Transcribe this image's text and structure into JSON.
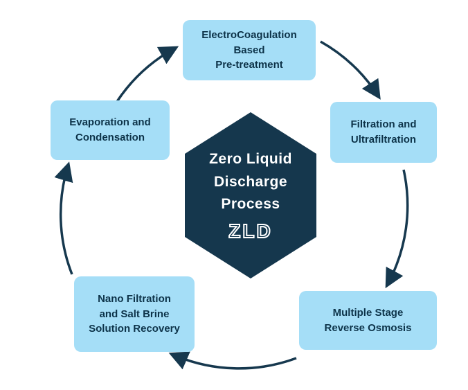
{
  "diagram_title": "Zero Liquid Discharge Process",
  "center": {
    "lines": [
      "Zero Liquid",
      "Discharge",
      "Process"
    ],
    "acronym": "ZLD",
    "bg_color": "#15374d",
    "text_color": "#ffffff"
  },
  "nodes": [
    {
      "id": "pretreatment",
      "label": "ElectroCoagulation\nBased\nPre-treatment"
    },
    {
      "id": "filtration",
      "label": "Filtration and\nUltrafiltration"
    },
    {
      "id": "reverse-osmosis",
      "label": "Multiple Stage\nReverse Osmosis"
    },
    {
      "id": "nano-filtration",
      "label": "Nano Filtration\nand Salt Brine\nSolution Recovery"
    },
    {
      "id": "evaporation",
      "label": "Evaporation and\nCondensation"
    }
  ],
  "flow": [
    "evaporation -> pretreatment",
    "pretreatment -> filtration",
    "filtration -> reverse-osmosis",
    "reverse-osmosis -> nano-filtration",
    "nano-filtration -> evaporation"
  ],
  "colors": {
    "node_bg": "#a5def7",
    "node_text": "#0d3349",
    "arrow": "#16384e",
    "background": "#ffffff"
  }
}
